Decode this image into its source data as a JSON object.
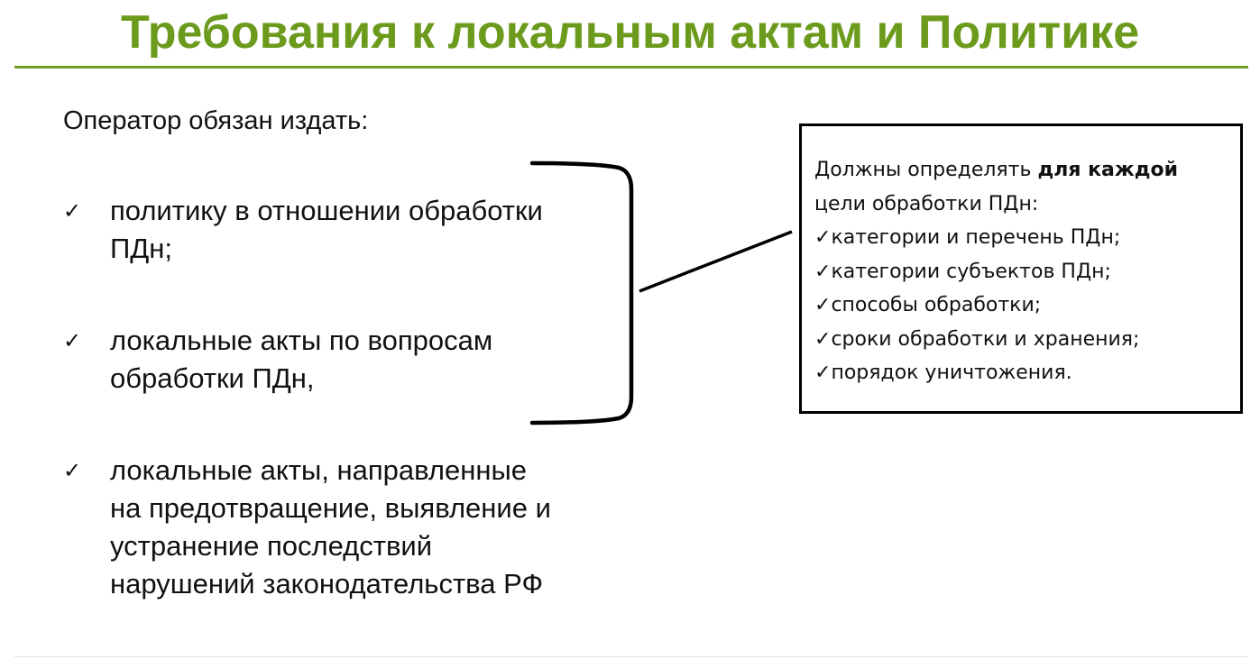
{
  "slide": {
    "title": "Требования к локальным актам и Политике",
    "intro": "Оператор обязан издать:",
    "check_glyph": "✓",
    "items": [
      {
        "lines": [
          "политику в отношении обработки",
          "ПДн;"
        ]
      },
      {
        "lines": [
          "локальные акты по вопросам",
          "обработки ПДн,"
        ]
      },
      {
        "lines": [
          "локальные акты, направленные",
          "на предотвращение, выявление и",
          "устранение последствий",
          "нарушений законодательства РФ"
        ]
      }
    ],
    "note": {
      "lead": "Должны определять ",
      "lead_bold": "для каждой",
      "lead_line2": "цели обработки ПДн:",
      "check_glyph": "✓",
      "bullets": [
        "категории и перечень ПДн;",
        "категории субъектов ПДн;",
        "способы обработки;",
        "сроки обработки и хранения;",
        "порядок уничтожения."
      ]
    },
    "colors": {
      "title": "#6b9a1c",
      "rule": "#73a02a",
      "text": "#111111",
      "border": "#000000"
    }
  }
}
